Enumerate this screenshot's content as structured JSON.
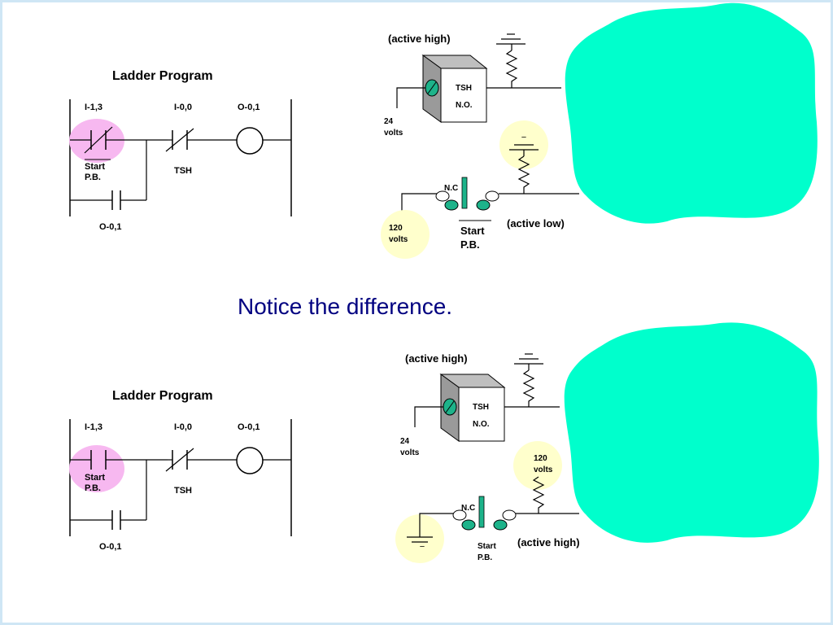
{
  "colors": {
    "blob": "#00ffcc",
    "pink": "#f7b8f0",
    "yellow": "#ffffcc",
    "switch": "#1db38a",
    "title": "#000080"
  },
  "caption": "Notice the difference.",
  "panels": [
    {
      "ladder": {
        "title": "Ladder Program",
        "addr1": "I-1,3",
        "addr2": "I-0,0",
        "addr3": "O-0,1",
        "start1": "Start",
        "start2": "P.B.",
        "tsh": "TSH",
        "seal": "O-0,1"
      },
      "circuit": {
        "top_label": "(active high)",
        "tsh": "TSH",
        "no": "N.O.",
        "v24a": "24",
        "v24b": "volts",
        "nc": "N.C",
        "pb1": "Start",
        "pb2": "P.B.",
        "bottom_label": "(active low)",
        "v120a": "120",
        "v120b": "volts",
        "gnd_symbol": "−",
        "gnd_symbol2": "−"
      }
    },
    {
      "ladder": {
        "title": "Ladder Program",
        "addr1": "I-1,3",
        "addr2": "I-0,0",
        "addr3": "O-0,1",
        "start1": "Start",
        "start2": "P.B.",
        "tsh": "TSH",
        "seal": "O-0,1"
      },
      "circuit": {
        "top_label": "(active high)",
        "tsh": "TSH",
        "no": "N.O.",
        "v24a": "24",
        "v24b": "volts",
        "nc": "N.C",
        "pb1": "Start",
        "pb2": "P.B.",
        "bottom_label": "(active high)",
        "v120a": "120",
        "v120b": "volts",
        "gnd_symbol": "−",
        "gnd_symbol2": "−"
      }
    }
  ]
}
